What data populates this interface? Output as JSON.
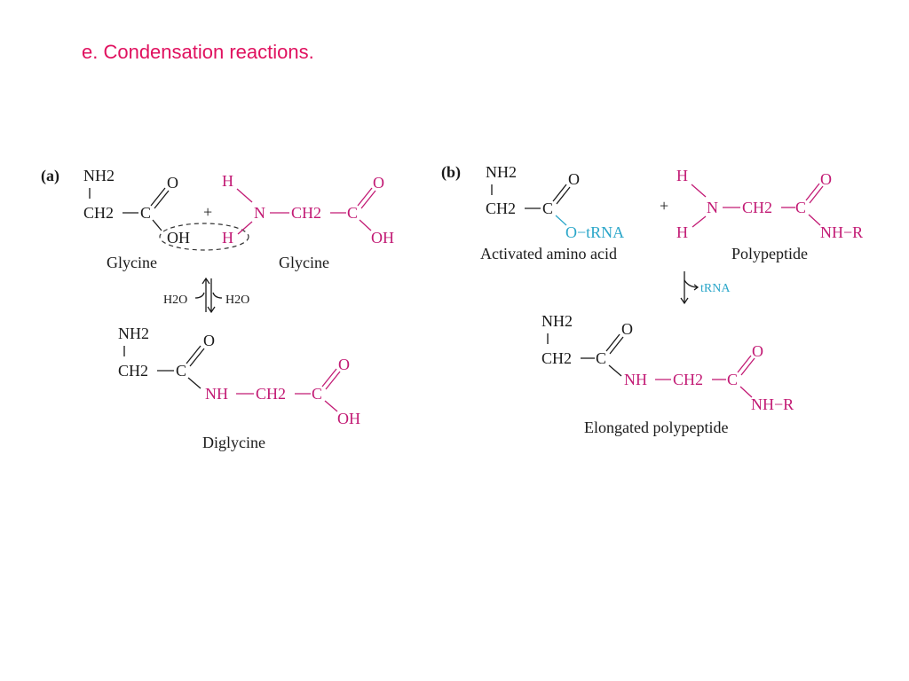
{
  "slide": {
    "title": "e. Condensation reactions."
  },
  "panel_a": {
    "tag": "(a)",
    "glycine1": {
      "nh2": "NH2",
      "ch2": "CH2",
      "c": "C",
      "o": "O",
      "oh": "OH",
      "caption": "Glycine"
    },
    "plus": "+",
    "glycine2": {
      "h_top": "H",
      "h_bot": "H",
      "n": "N",
      "ch2": "CH2",
      "c": "C",
      "o": "O",
      "oh": "OH",
      "caption": "Glycine"
    },
    "equilibrium": {
      "left": "H2O",
      "right": "H2O"
    },
    "product": {
      "nh2": "NH2",
      "ch2": "CH2",
      "c1": "C",
      "o1": "O",
      "nh": "NH",
      "ch2b": "CH2",
      "c2": "C",
      "o2": "O",
      "oh": "OH",
      "caption": "Diglycine"
    }
  },
  "panel_b": {
    "tag": "(b)",
    "activated": {
      "nh2": "NH2",
      "ch2": "CH2",
      "c": "C",
      "o": "O",
      "otrna": "O−tRNA",
      "caption": "Activated amino acid"
    },
    "plus": "+",
    "polypeptide": {
      "h_top": "H",
      "h_bot": "H",
      "n": "N",
      "ch2": "CH2",
      "c": "C",
      "o": "O",
      "nhr": "NH−R",
      "caption": "Polypeptide"
    },
    "release": {
      "label": "tRNA"
    },
    "product": {
      "nh2": "NH2",
      "ch2": "CH2",
      "c1": "C",
      "o1": "O",
      "nh": "NH",
      "ch2b": "CH2",
      "c2": "C",
      "o2": "O",
      "nhr": "NH−R",
      "caption": "Elongated polypeptide"
    }
  }
}
